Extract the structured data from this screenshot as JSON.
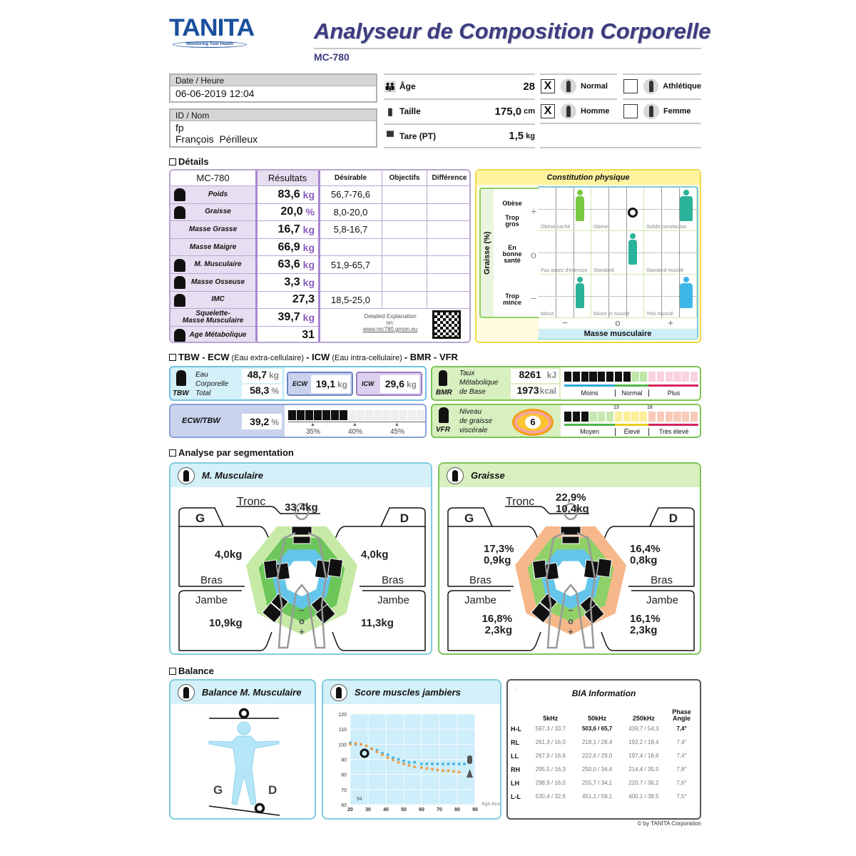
{
  "header": {
    "logo": "TANITA",
    "logo_tagline": "Monitoring Your Health",
    "title": "Analyseur de Composition Corporelle",
    "model": "MC-780"
  },
  "patient": {
    "date_label": "Date / Heure",
    "date_value": "06-06-2019 12:04",
    "id_label": "ID / Nom",
    "id_value": "fp",
    "name_value": "François  Périlleux"
  },
  "profile": {
    "age": {
      "label": "Âge",
      "value": "28",
      "unit": "",
      "icon": "family-icon"
    },
    "height": {
      "label": "Taille",
      "value": "175,0",
      "unit": "cm",
      "icon": "height-icon"
    },
    "tare": {
      "label": "Tare (PT)",
      "value": "1,5",
      "unit": "kg",
      "icon": "tshirt-icon"
    }
  },
  "options": [
    {
      "label": "Normal",
      "checked": true,
      "mark": "X",
      "icon": "normal-body-icon"
    },
    {
      "label": "Athlétique",
      "checked": false,
      "mark": "",
      "icon": "athletic-icon"
    },
    {
      "label": "Homme",
      "checked": true,
      "mark": "X",
      "icon": "male-icon"
    },
    {
      "label": "Femme",
      "checked": false,
      "mark": "",
      "icon": "female-icon"
    }
  ],
  "details": {
    "section": "Détails",
    "headers": [
      "MC-780",
      "Résultats",
      "Désirable",
      "Objectifs",
      "Différence"
    ],
    "rows": [
      {
        "label": "Poids",
        "value": "83,6",
        "unit": "kg",
        "desirable": "56,7-76,6",
        "icon": "weight-icon"
      },
      {
        "label": "Graisse",
        "value": "20,0",
        "unit": "%",
        "desirable": "8,0-20,0",
        "icon": "body-fat-icon"
      },
      {
        "label": "Masse Grasse",
        "value": "16,7",
        "unit": "kg",
        "desirable": "5,8-16,7",
        "icon": ""
      },
      {
        "label": "Masse Maigre",
        "value": "66,9",
        "unit": "kg",
        "desirable": "",
        "icon": ""
      },
      {
        "label": "M. Musculaire",
        "value": "63,6",
        "unit": "kg",
        "desirable": "51,9-65,7",
        "icon": "muscle-icon"
      },
      {
        "label": "Masse Osseuse",
        "value": "3,3",
        "unit": "kg",
        "desirable": "",
        "icon": "bone-icon"
      },
      {
        "label": "IMC",
        "value": "27,3",
        "unit": "",
        "desirable": "18,5-25,0",
        "icon": "bmi-icon"
      },
      {
        "label": "Squelette-\nMasse Musculaire",
        "value": "39,7",
        "unit": "kg",
        "desirable": "",
        "icon": ""
      },
      {
        "label": "Age Métabolique",
        "value": "31",
        "unit": "",
        "desirable": "",
        "icon": "metabolic-age-icon"
      }
    ],
    "explanation": {
      "text": "Detailed Explanation",
      "on": "on:",
      "url": "www.mc780.gmon.eu"
    }
  },
  "constitution": {
    "title": "Constitution physique",
    "y_axis": "Graisse (%)",
    "x_axis": "Masse musculaire",
    "row_labels": [
      "Obèse",
      "Trop\ngros",
      "En\nbonne\nsanté",
      "Trop\nmince"
    ],
    "row_symbols": [
      "+",
      "o",
      "−"
    ],
    "col_symbols": [
      "−",
      "o",
      "+"
    ],
    "cells": [
      [
        "Obèse caché",
        "Obèse",
        "Solide constitution"
      ],
      [
        "Pas assez d'exercice",
        "Standard",
        "Standard musclé"
      ],
      [
        "Mince",
        "Mince et musclé",
        "Très musclé"
      ]
    ],
    "result": {
      "row": 0,
      "col": 1,
      "cell": "Obèse"
    }
  },
  "water": {
    "heading": [
      {
        "t": "TBW - ECW",
        "b": true
      },
      {
        "t": " (Eau extra-cellulaire) ",
        "b": false
      },
      {
        "t": "- ICW",
        "b": true
      },
      {
        "t": " (Eau intra-cellulaire) ",
        "b": false
      },
      {
        "t": "- BMR - VFR",
        "b": true
      }
    ],
    "tbw": {
      "abbr": "TBW",
      "label": "Eau\nCorporelle\nTotal",
      "kg": "48,7",
      "kg_unit": "kg",
      "pct": "58,3",
      "pct_unit": "%"
    },
    "ecw": {
      "abbr": "ECW",
      "value": "19,1",
      "unit": "kg"
    },
    "icw": {
      "abbr": "ICW",
      "value": "29,6",
      "unit": "kg"
    },
    "ecw_tbw": {
      "label": "ECW/TBW",
      "value": "39,2",
      "unit": "%",
      "ticks": [
        "35%",
        "40%",
        "45%"
      ],
      "filled_blocks": 7,
      "total_blocks": 16
    },
    "bmr": {
      "abbr": "BMR",
      "label": "Taux\nMétabolique\nde Base",
      "kj": "8261",
      "kj_unit": "kJ",
      "kcal": "1973",
      "kcal_unit": "kcal",
      "zones": [
        "Moins",
        "Normal",
        "Plus"
      ],
      "filled_blocks": 8
    },
    "vfr": {
      "abbr": "VFR",
      "label": "Niveau\nde graisse\nviscérale",
      "value": "6",
      "zones": [
        "Moyen",
        "Élevé",
        "Très élevé"
      ],
      "thresholds": [
        "13",
        "18"
      ],
      "filled_blocks": 3
    }
  },
  "colors": {
    "zone_low": "#2fa8df",
    "zone_normal": "#4cb848",
    "zone_high": "#d7245a",
    "muscle_outer": "#c6eaa6",
    "muscle_mid": "#6cc65a",
    "inner": "#63c5ea",
    "fat_outer": "#f6b88a",
    "title": "#3c3c80"
  },
  "segmentation": {
    "section": "Analyse par segmentation",
    "muscle": {
      "title": "M. Musculaire",
      "trunk_label": "Tronc",
      "trunk": [
        "33,4kg"
      ],
      "left": "G",
      "right": "D",
      "arm": "Bras",
      "leg": "Jambe",
      "left_arm": [
        "4,0kg"
      ],
      "right_arm": [
        "4,0kg"
      ],
      "left_leg": [
        "10,9kg"
      ],
      "right_leg": [
        "11,3kg"
      ],
      "scale": [
        "−",
        "o",
        "+"
      ]
    },
    "fat": {
      "title": "Graisse",
      "trunk_label": "Tronc",
      "trunk": [
        "22,9%",
        "10,4kg"
      ],
      "left": "G",
      "right": "D",
      "arm": "Bras",
      "leg": "Jambe",
      "left_arm": [
        "17,3%",
        "0,9kg"
      ],
      "right_arm": [
        "16,4%",
        "0,8kg"
      ],
      "left_leg": [
        "16,8%",
        "2,3kg"
      ],
      "right_leg": [
        "16,1%",
        "2,3kg"
      ],
      "scale": [
        "−",
        "o",
        "+"
      ]
    }
  },
  "balance": {
    "section": "Balance",
    "title": "Balance M. Musculaire",
    "left": "G",
    "right": "D"
  },
  "chart_data": {
    "type": "scatter",
    "title": "Score muscles jambiers",
    "xlabel": "Age\nAns",
    "ylabel": "",
    "xlim": [
      20,
      90
    ],
    "ylim": [
      60,
      120
    ],
    "xticks": [
      20,
      30,
      40,
      50,
      60,
      70,
      80,
      90
    ],
    "yticks": [
      60,
      70,
      80,
      90,
      100,
      110,
      120
    ],
    "series": [
      {
        "icon": "male-icon",
        "color": "#47b7e3",
        "x": [
          20,
          23,
          26,
          29,
          32,
          35,
          38,
          41,
          44,
          47,
          50,
          53,
          56,
          60,
          63,
          66,
          69,
          72,
          75,
          78,
          81,
          84
        ],
        "y": [
          101,
          100,
          100,
          99,
          97,
          96,
          94,
          93,
          91,
          90,
          89,
          88,
          88,
          87,
          87,
          87,
          87,
          87,
          87,
          87,
          87,
          87
        ]
      },
      {
        "icon": "female-icon",
        "color": "#eea04a",
        "x": [
          20,
          23,
          26,
          29,
          32,
          35,
          38,
          41,
          44,
          47,
          50,
          53,
          56,
          60,
          63,
          66,
          69,
          72,
          75,
          78,
          81
        ],
        "y": [
          100,
          100.5,
          100,
          99,
          97,
          95,
          93,
          91,
          89.5,
          88,
          87,
          86,
          85,
          84.5,
          84,
          83.5,
          83,
          82.5,
          82.5,
          82,
          81.5
        ]
      }
    ],
    "point": {
      "x": 28,
      "y": 94,
      "label": "94"
    }
  },
  "bia": {
    "title": "BIA Information",
    "headers": [
      "5kHz",
      "50kHz",
      "250kHz",
      "Phase\nAngle"
    ],
    "rows": [
      {
        "seg": "H-L",
        "v": [
          "597,3 / 33,7",
          "503,6 / 65,7",
          "439,7 / 54,3",
          "7,4°"
        ],
        "bold": true
      },
      {
        "seg": "RL",
        "v": [
          "261,3 / 16,0",
          "218,1 / 28,4",
          "192,2 / 18,4",
          "7,4°"
        ]
      },
      {
        "seg": "LL",
        "v": [
          "267,9 / 16,6",
          "222,6 / 29,0",
          "197,4 / 18,6",
          "7,4°"
        ]
      },
      {
        "seg": "RH",
        "v": [
          "295,5 / 16,3",
          "250,0 / 34,4",
          "214,4 / 35,5",
          "7,8°"
        ]
      },
      {
        "seg": "LH",
        "v": [
          "298,9 / 16,0",
          "255,7 / 34,1",
          "220,7 / 36,2",
          "7,6°"
        ]
      },
      {
        "seg": "L-L",
        "v": [
          "530,4 / 32,6",
          "451,1 / 59,1",
          "400,1 / 38,5",
          "7,5°"
        ]
      }
    ]
  },
  "footer": "© by TANITA Corporation"
}
